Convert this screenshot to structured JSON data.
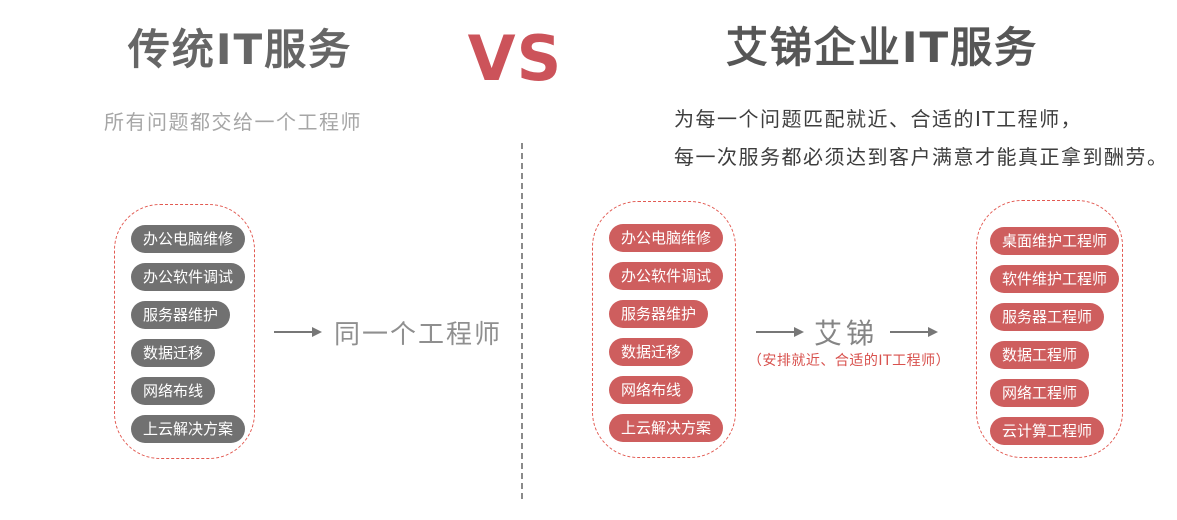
{
  "header": {
    "left_title": "传统IT服务",
    "vs": "VS",
    "right_title": "艾锑企业IT服务",
    "left_subtitle": "所有问题都交给一个工程师",
    "right_subtitle_line1": "为每一个问题匹配就近、合适的IT工程师，",
    "right_subtitle_line2": "每一次服务都必须达到客户满意才能真正拿到酬劳。"
  },
  "traditional": {
    "problems": [
      "办公电脑维修",
      "办公软件调试",
      "服务器维护",
      "数据迁移",
      "网络布线",
      "上云解决方案"
    ],
    "result": "同一个工程师"
  },
  "aiti": {
    "problems": [
      "办公电脑维修",
      "办公软件调试",
      "服务器维护",
      "数据迁移",
      "网络布线",
      "上云解决方案"
    ],
    "broker": "艾锑",
    "broker_note": "（安排就近、合适的IT工程师）",
    "engineers": [
      "桌面维护工程师",
      "软件维护工程师",
      "服务器工程师",
      "数据工程师",
      "网络工程师",
      "云计算工程师"
    ]
  },
  "colors": {
    "accent_red": "#cc535a",
    "pill_gray": "#717171",
    "pill_red": "#ce5e5e",
    "dashed_border_red": "#e25a52",
    "note_red": "#d8514d",
    "title_gray": "#666666",
    "subtitle_light_gray": "#a6a6a6",
    "subtitle_dark": "#3d3d3d",
    "divider_gray": "#8a8a8a"
  }
}
